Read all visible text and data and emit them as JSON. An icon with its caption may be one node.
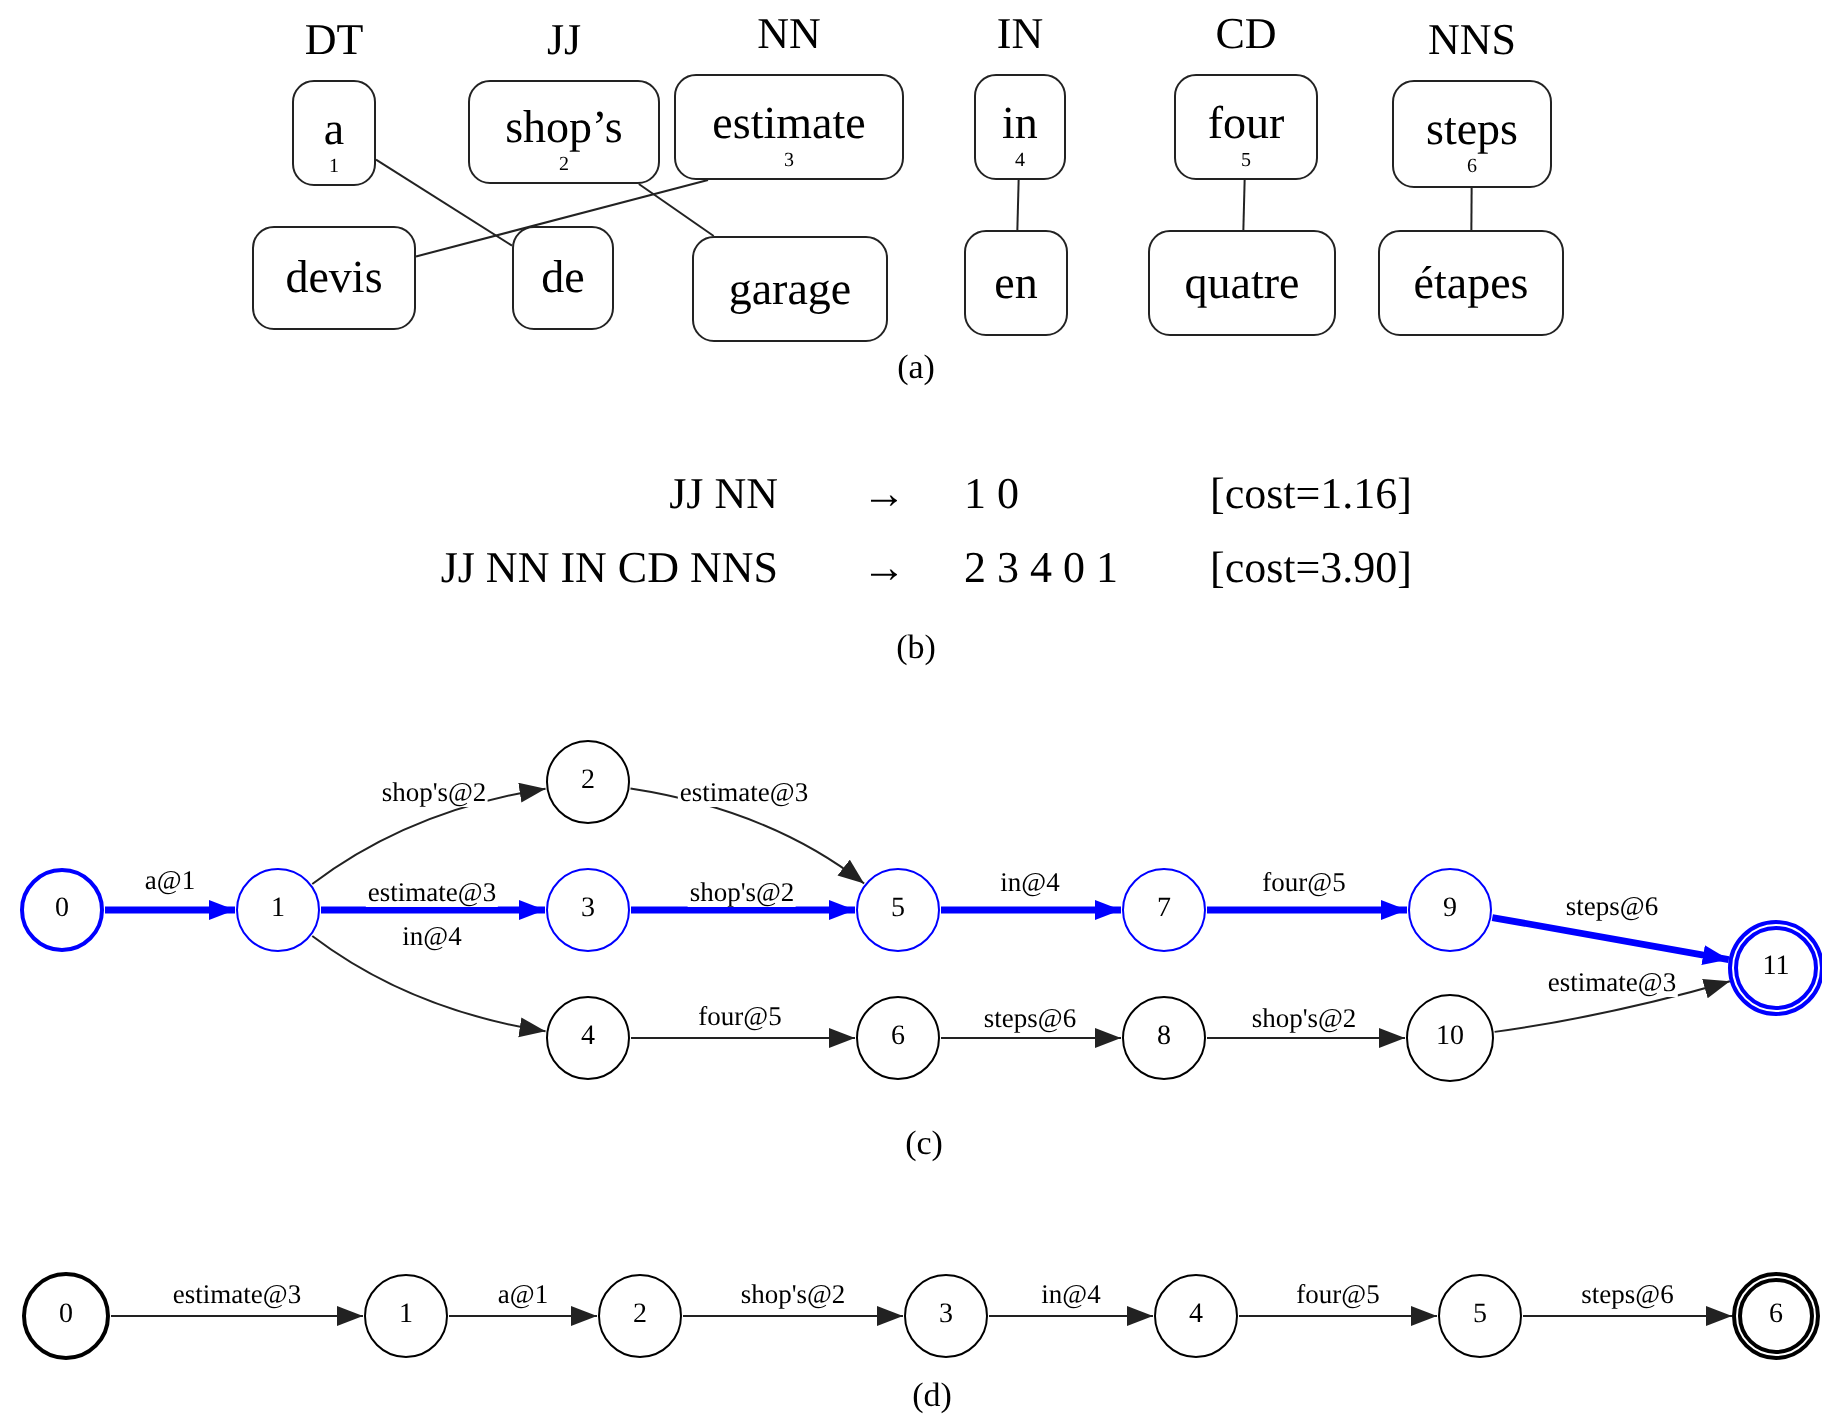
{
  "diagram": {
    "nodes": [
      {
        "text": [
          "a",
          "1"
        ],
        "beside": [
          "DT"
        ]
      },
      {
        "text": [
          "shop’s",
          "2"
        ],
        "beside": [
          "JJ"
        ]
      },
      {
        "text": [
          "estimate",
          "3"
        ],
        "beside": [
          "NN"
        ]
      },
      {
        "text": [
          "in",
          "4"
        ],
        "beside": [
          "IN"
        ]
      },
      {
        "text": [
          "four",
          "5"
        ],
        "beside": [
          "CD"
        ]
      },
      {
        "text": [
          "steps",
          "6"
        ],
        "beside": [
          "NNS"
        ]
      },
      {
        "text": [
          "devis"
        ]
      },
      {
        "text": [
          "de"
        ]
      },
      {
        "text": [
          "garage"
        ]
      },
      {
        "text": [
          "en"
        ]
      },
      {
        "text": [
          "quatre"
        ]
      },
      {
        "text": [
          "étapes"
        ]
      },
      {
        "text": [
          "0"
        ]
      },
      {
        "text": [
          "1"
        ]
      },
      {
        "text": [
          "2"
        ]
      },
      {
        "text": [
          "3"
        ]
      },
      {
        "text": [
          "4"
        ]
      },
      {
        "text": [
          "5"
        ]
      },
      {
        "text": [
          "6"
        ]
      },
      {
        "text": [
          "7"
        ]
      },
      {
        "text": [
          "8"
        ]
      },
      {
        "text": [
          "9"
        ]
      },
      {
        "text": [
          "10"
        ]
      },
      {
        "text": [
          "11"
        ]
      },
      {
        "text": [
          "0"
        ]
      },
      {
        "text": [
          "1"
        ]
      },
      {
        "text": [
          "2"
        ]
      },
      {
        "text": [
          "3"
        ]
      },
      {
        "text": [
          "4"
        ]
      },
      {
        "text": [
          "5"
        ]
      },
      {
        "text": [
          "6"
        ]
      }
    ],
    "edges": [
      {
        "from": 0,
        "to": 7,
        "arrow": "none"
      },
      {
        "from": 1,
        "to": 8,
        "arrow": "none"
      },
      {
        "from": 2,
        "to": 6,
        "arrow": "none"
      },
      {
        "from": 3,
        "to": 9,
        "arrow": "none"
      },
      {
        "from": 4,
        "to": 10,
        "arrow": "none"
      },
      {
        "from": 5,
        "to": 11,
        "arrow": "none"
      },
      {
        "from": 12,
        "to": 13,
        "arrow": "to",
        "label": "a@1",
        "style": "thick",
        "color": "#0000ff"
      },
      {
        "from": 13,
        "to": 14,
        "arrow": "to",
        "label": "shop's@2"
      },
      {
        "from": 13,
        "to": 15,
        "arrow": "to",
        "label": "estimate@3",
        "style": "thick",
        "color": "#0000ff"
      },
      {
        "from": 13,
        "to": 16,
        "arrow": "to",
        "label": "in@4"
      },
      {
        "from": 14,
        "to": 17,
        "arrow": "to",
        "label": "estimate@3"
      },
      {
        "from": 15,
        "to": 17,
        "arrow": "to",
        "label": "shop's@2",
        "style": "thick",
        "color": "#0000ff"
      },
      {
        "from": 16,
        "to": 18,
        "arrow": "to",
        "label": "four@5"
      },
      {
        "from": 17,
        "to": 19,
        "arrow": "to",
        "label": "in@4",
        "style": "thick",
        "color": "#0000ff"
      },
      {
        "from": 18,
        "to": 20,
        "arrow": "to",
        "label": "steps@6"
      },
      {
        "from": 19,
        "to": 21,
        "arrow": "to",
        "label": "four@5",
        "style": "thick",
        "color": "#0000ff"
      },
      {
        "from": 20,
        "to": 22,
        "arrow": "to",
        "label": "shop's@2"
      },
      {
        "from": 21,
        "to": 23,
        "arrow": "to",
        "label": "steps@6",
        "style": "thick",
        "color": "#0000ff"
      },
      {
        "from": 22,
        "to": 23,
        "arrow": "to",
        "label": "estimate@3"
      },
      {
        "from": 24,
        "to": 25,
        "arrow": "to",
        "label": "estimate@3"
      },
      {
        "from": 25,
        "to": 26,
        "arrow": "to",
        "label": "a@1"
      },
      {
        "from": 26,
        "to": 27,
        "arrow": "to",
        "label": "shop's@2"
      },
      {
        "from": 27,
        "to": 28,
        "arrow": "to",
        "label": "in@4"
      },
      {
        "from": 28,
        "to": 29,
        "arrow": "to",
        "label": "four@5"
      },
      {
        "from": 29,
        "to": 30,
        "arrow": "to",
        "label": "steps@6"
      }
    ],
    "labels": [
      "(a)",
      "JJ NN",
      "→",
      "1 0",
      "[cost=1.16]",
      "JJ NN IN CD NNS",
      "→",
      "2 3 4 0 1",
      "[cost=3.90]",
      "(b)",
      "(c)",
      "(d)"
    ]
  }
}
